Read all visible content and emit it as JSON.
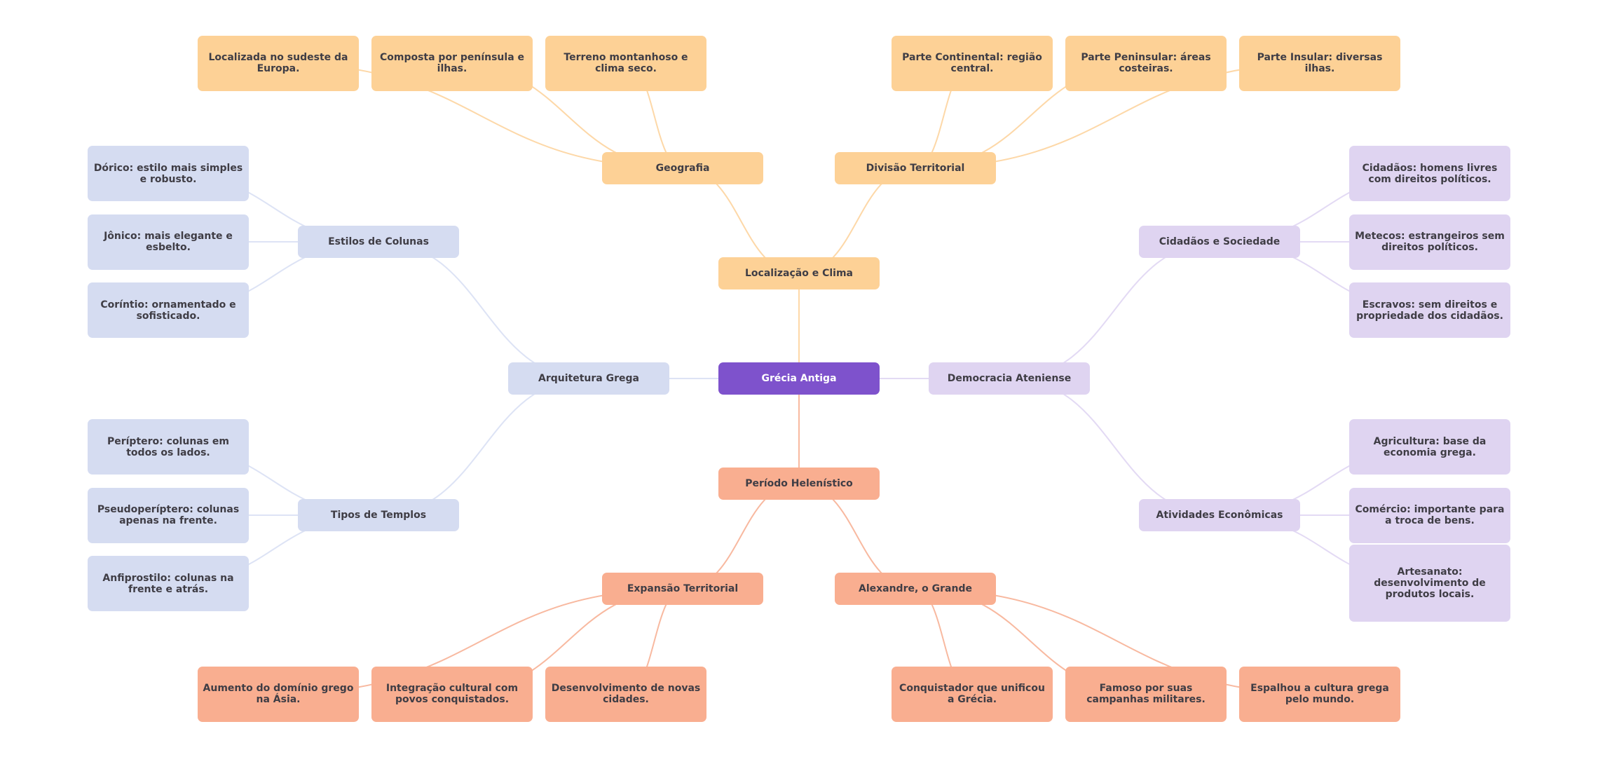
{
  "diagram": {
    "type": "mind-map",
    "root": {
      "id": "root",
      "label": "Grécia Antiga",
      "color": "#7e52cc",
      "children": [
        {
          "id": "loc",
          "label": "Localização e Clima",
          "color": "#fdd196",
          "line_color": "#fdd8a8",
          "children": [
            {
              "id": "geo",
              "label": "Geografia",
              "children": [
                {
                  "id": "geo1",
                  "label": "Localizada no sudeste da Europa."
                },
                {
                  "id": "geo2",
                  "label": "Composta por península e ilhas."
                },
                {
                  "id": "geo3",
                  "label": "Terreno montanhoso e clima seco."
                }
              ]
            },
            {
              "id": "div",
              "label": "Divisão Territorial",
              "children": [
                {
                  "id": "div1",
                  "label": "Parte Continental: região central."
                },
                {
                  "id": "div2",
                  "label": "Parte Peninsular: áreas costeiras."
                },
                {
                  "id": "div3",
                  "label": "Parte Insular: diversas ilhas."
                }
              ]
            }
          ]
        },
        {
          "id": "arq",
          "label": "Arquitetura Grega",
          "color": "#d5dcf1",
          "line_color": "#dde3f5",
          "children": [
            {
              "id": "col",
              "label": "Estilos de Colunas",
              "children": [
                {
                  "id": "col1",
                  "label": "Dórico: estilo mais simples e robusto."
                },
                {
                  "id": "col2",
                  "label": "Jônico: mais elegante e esbelto."
                },
                {
                  "id": "col3",
                  "label": "Coríntio: ornamentado e sofisticado."
                }
              ]
            },
            {
              "id": "tem",
              "label": "Tipos de Templos",
              "children": [
                {
                  "id": "tem1",
                  "label": "Períptero: colunas em todos os lados."
                },
                {
                  "id": "tem2",
                  "label": "Pseudoperíptero: colunas apenas na frente."
                },
                {
                  "id": "tem3",
                  "label": "Anfiprostilo: colunas na frente e atrás."
                }
              ]
            }
          ]
        },
        {
          "id": "dem",
          "label": "Democracia Ateniense",
          "color": "#dfd4f1",
          "line_color": "#e3daf4",
          "children": [
            {
              "id": "cid",
              "label": "Cidadãos e Sociedade",
              "children": [
                {
                  "id": "cid1",
                  "label": "Cidadãos: homens livres com direitos políticos."
                },
                {
                  "id": "cid2",
                  "label": "Metecos: estrangeiros sem direitos políticos."
                },
                {
                  "id": "cid3",
                  "label": "Escravos: sem direitos e propriedade dos cidadãos."
                }
              ]
            },
            {
              "id": "eco",
              "label": "Atividades Econômicas",
              "children": [
                {
                  "id": "eco1",
                  "label": "Agricultura: base da economia grega."
                },
                {
                  "id": "eco2",
                  "label": "Comércio: importante para a troca de bens."
                },
                {
                  "id": "eco3",
                  "label": "Artesanato: desenvolvimento de produtos locais."
                }
              ]
            }
          ]
        },
        {
          "id": "hel",
          "label": "Período Helenístico",
          "color": "#f9ae90",
          "line_color": "#f8b9a0",
          "children": [
            {
              "id": "exp",
              "label": "Expansão Territorial",
              "children": [
                {
                  "id": "exp1",
                  "label": "Aumento do domínio grego na Ásia."
                },
                {
                  "id": "exp2",
                  "label": "Integração cultural com povos conquistados."
                },
                {
                  "id": "exp3",
                  "label": "Desenvolvimento de novas cidades."
                }
              ]
            },
            {
              "id": "ale",
              "label": "Alexandre, o Grande",
              "children": [
                {
                  "id": "ale1",
                  "label": "Conquistador que unificou a Grécia."
                },
                {
                  "id": "ale2",
                  "label": "Famoso por suas campanhas militares."
                },
                {
                  "id": "ale3",
                  "label": "Espalhou a cultura grega pelo mundo."
                }
              ]
            }
          ]
        }
      ]
    },
    "text_color": "#3f3d45",
    "root_text_color": "#ffffff"
  }
}
